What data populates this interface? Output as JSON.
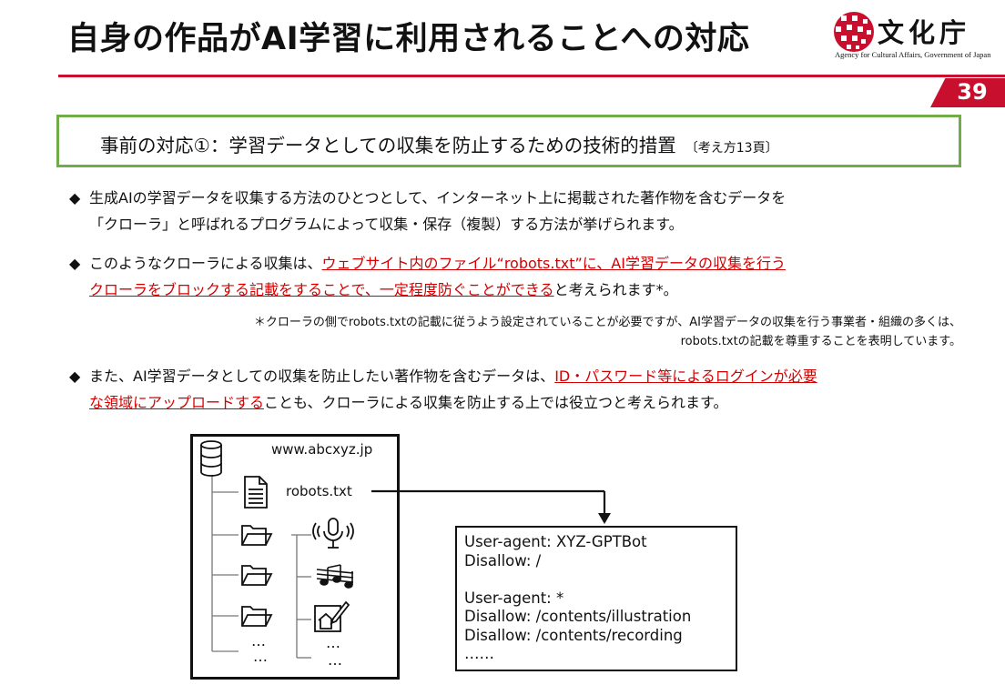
{
  "header": {
    "title": "自身の作品がAI学習に利用されることへの対応",
    "logo_text": "文化庁",
    "logo_subtitle": "Agency for Cultural Affairs, Government of Japan",
    "page_number": "39",
    "accent_color": "#c8102e"
  },
  "section": {
    "heading": "事前の対応①：学習データとしての収集を防止するための技術的措置",
    "reference": "〔考え方13頁〕",
    "border_color": "#70ad47"
  },
  "bullets": {
    "b1": {
      "mark": "◆",
      "line1": "生成AIの学習データを収集する方法のひとつとして、インターネット上に掲載された著作物を含むデータを",
      "line2": "「クローラ」と呼ばれるプログラムによって収集・保存（複製）する方法が挙げられます。"
    },
    "b2": {
      "mark": "◆",
      "line1_plain": "このようなクローラによる収集は、",
      "line1_red": "ウェブサイト内のファイル“robots.txt”に、AI学習データの収集を行う",
      "line2_red": "クローラをブロックする記載をすることで、一定程度防ぐことができる",
      "line2_plain": "と考えられます*。"
    },
    "note": {
      "line1": "＊クローラの側でrobots.txtの記載に従うよう設定されていることが必要ですが、AI学習データの収集を行う事業者・組織の多くは、",
      "line2": "robots.txtの記載を尊重することを表明しています。"
    },
    "b3": {
      "mark": "◆",
      "line1_plain": "また、AI学習データとしての収集を防止したい著作物を含むデータは、",
      "line1_red": "ID・パスワード等によるログインが必要",
      "line2_red": "な領域にアップロードする",
      "line2_plain": "ことも、クローラによる収集を防止する上では役立つと考えられます。"
    }
  },
  "diagram": {
    "site_url": "www.abcxyz.jp",
    "robots_file": "robots.txt",
    "ellipsis": "…",
    "icons": [
      "database-icon",
      "document-icon",
      "folder-icon",
      "microphone-icon",
      "music-notes-icon",
      "illustration-icon"
    ],
    "robots_content": {
      "line1": "User-agent: XYZ-GPTBot",
      "line2": "Disallow: /",
      "line3": "User-agent: *",
      "line4": "Disallow: /contents/illustration",
      "line5": "Disallow: /contents/recording",
      "line6": "……"
    }
  }
}
